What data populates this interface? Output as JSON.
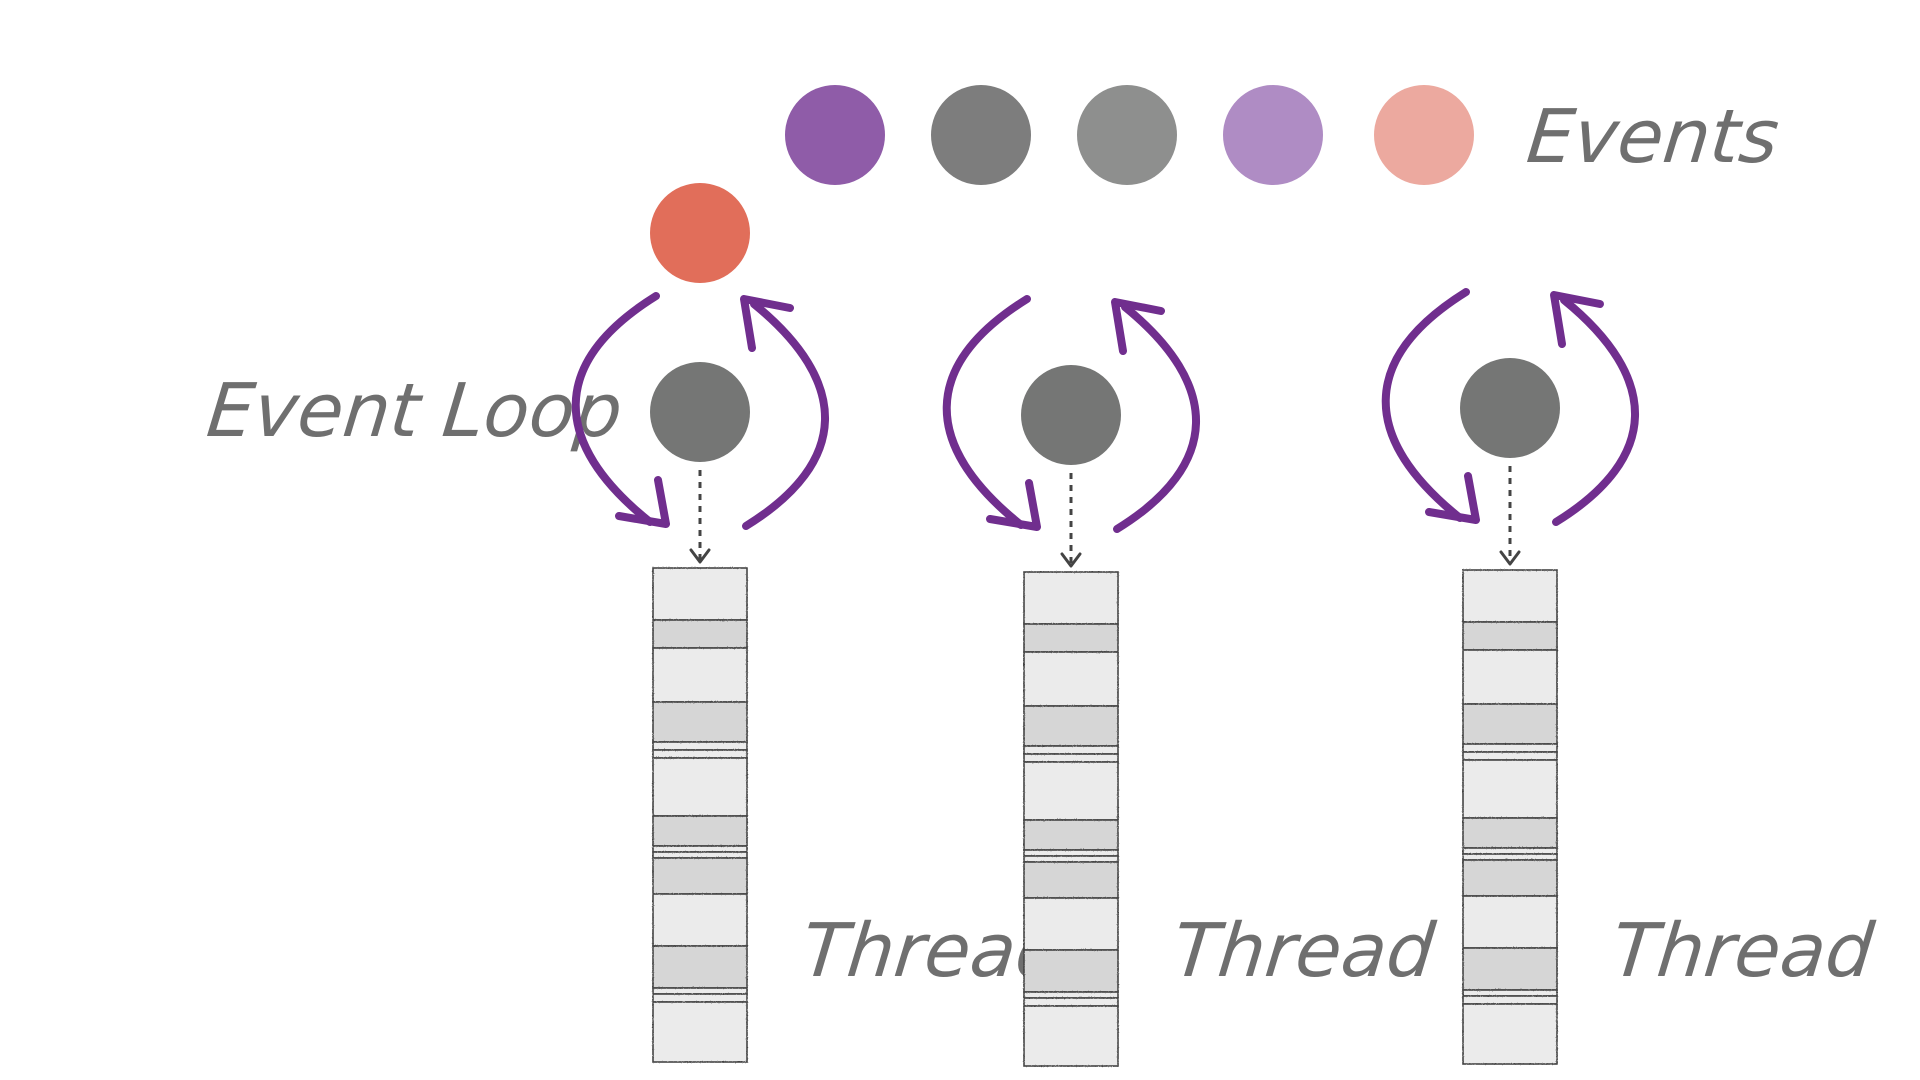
{
  "labels": {
    "events": "Events",
    "event_loop": "Event Loop",
    "thread": "Thread"
  },
  "events_queue": [
    {
      "color": "#8F5CA8"
    },
    {
      "color": "#7D7D7D"
    },
    {
      "color": "#8E8F8E"
    },
    {
      "color": "#AF8CC4"
    },
    {
      "color": "#ECA99F"
    }
  ],
  "current_event": {
    "color": "#E16E5A"
  },
  "event_loops": [
    {
      "thread_label": "Thread"
    },
    {
      "thread_label": "Thread"
    },
    {
      "thread_label": "Thread"
    }
  ],
  "colors": {
    "loop_node": "#757675",
    "loop_arrow": "#702E8E",
    "label_text": "#6F6F6F",
    "thread_block_light": "#EBEBEB",
    "thread_block_dark": "#D6D6D6",
    "thread_outline": "#444444"
  },
  "icons": {
    "loop_arrows": "circular-arrows-icon",
    "dispatch_arrow": "dashed-down-arrow-icon"
  }
}
